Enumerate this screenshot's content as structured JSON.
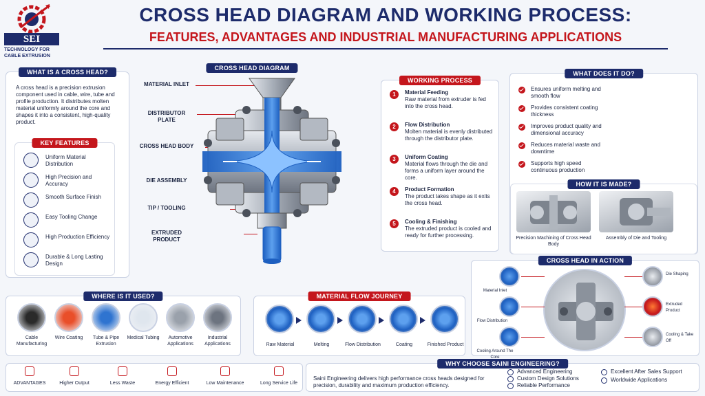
{
  "logo": {
    "mark": "SEI",
    "tagline_1": "TECHNOLOGY FOR",
    "tagline_2": "CABLE EXTRUSION"
  },
  "title": {
    "line1": "CROSS HEAD DIAGRAM AND WORKING PROCESS:",
    "line2": "FEATURES, ADVANTAGES AND INDUSTRIAL MANUFACTURING APPLICATIONS"
  },
  "what_is": {
    "header": "WHAT IS A CROSS HEAD?",
    "text": "A cross head is a precision extrusion component used in cable, wire, tube and profile production. It distributes molten material uniformly around the core and shapes it into a consistent, high-quality product."
  },
  "key_features": {
    "header": "KEY FEATURES",
    "items": [
      {
        "label": "Uniform Material Distribution",
        "icon": "target-icon"
      },
      {
        "label": "High Precision and Accuracy",
        "icon": "gear-icon"
      },
      {
        "label": "Smooth Surface Finish",
        "icon": "surface-icon"
      },
      {
        "label": "Easy Tooling Change",
        "icon": "wrench-icon"
      },
      {
        "label": "High Production Efficiency",
        "icon": "chart-icon"
      },
      {
        "label": "Durable & Long Lasting Design",
        "icon": "shield-icon"
      }
    ]
  },
  "diagram": {
    "header": "CROSS HEAD DIAGRAM",
    "labels": [
      "MATERIAL INLET",
      "DISTRIBUTOR PLATE",
      "CROSS HEAD BODY",
      "DIE ASSEMBLY",
      "TIP / TOOLING",
      "EXTRUDED PRODUCT"
    ]
  },
  "working_process": {
    "header": "WORKING PROCESS",
    "steps": [
      {
        "num": "1",
        "title": "Material Feeding",
        "text": "Raw material from extruder is fed into the cross head."
      },
      {
        "num": "2",
        "title": "Flow Distribution",
        "text": "Molten material is evenly distributed through the distributor plate."
      },
      {
        "num": "3",
        "title": "Uniform Coating",
        "text": "Material flows through the die and forms a uniform layer around the core."
      },
      {
        "num": "4",
        "title": "Product Formation",
        "text": "The product takes shape as it exits the cross head."
      },
      {
        "num": "5",
        "title": "Cooling & Finishing",
        "text": "The extruded product is cooled and ready for further processing."
      }
    ]
  },
  "what_it_does": {
    "header": "WHAT DOES IT DO?",
    "items": [
      "Ensures uniform melting and smooth flow",
      "Provides consistent coating thickness",
      "Improves product quality and dimensional accuracy",
      "Reduces material waste and downtime",
      "Supports high speed continuous production"
    ]
  },
  "how_made": {
    "header": "HOW IT IS MADE?",
    "items": [
      "Precision Machining of Cross Head Body",
      "Assembly of Die and Tooling"
    ]
  },
  "where_used": {
    "header": "WHERE IS IT USED?",
    "items": [
      "Cable Manufacturing",
      "Wire Coating",
      "Tube & Pipe Extrusion",
      "Medical Tubing",
      "Automotive Applications",
      "Industrial Applications"
    ]
  },
  "flow_journey": {
    "header": "MATERIAL FLOW JOURNEY",
    "items": [
      "Raw Material",
      "Melting",
      "Flow Distribution",
      "Coating",
      "Finished Product"
    ]
  },
  "in_action": {
    "header": "CROSS HEAD IN ACTION",
    "left": [
      "Material Inlet",
      "Flow Distribution",
      "Cooling Around The Core"
    ],
    "right": [
      "Die Shaping",
      "Extruded Product",
      "Cooling & Take Off"
    ]
  },
  "advantages": [
    "ADVANTAGES",
    "Higher Output",
    "Less Waste",
    "Energy Efficient",
    "Low Maintenance",
    "Long Service Life"
  ],
  "why_choose": {
    "header": "WHY CHOOSE SAINI ENGINEERING?",
    "text": "Saini Engineering delivers high performance cross heads designed for precision, durability and maximum production efficiency.",
    "col1": [
      "Advanced Engineering",
      "Custom Design Solutions",
      "Reliable Performance"
    ],
    "col2": [
      "Excellent After Sales Support",
      "Worldwide Applications"
    ]
  },
  "colors": {
    "navy": "#1d2b6b",
    "red": "#c4161c",
    "blue": "#2f74d0"
  }
}
